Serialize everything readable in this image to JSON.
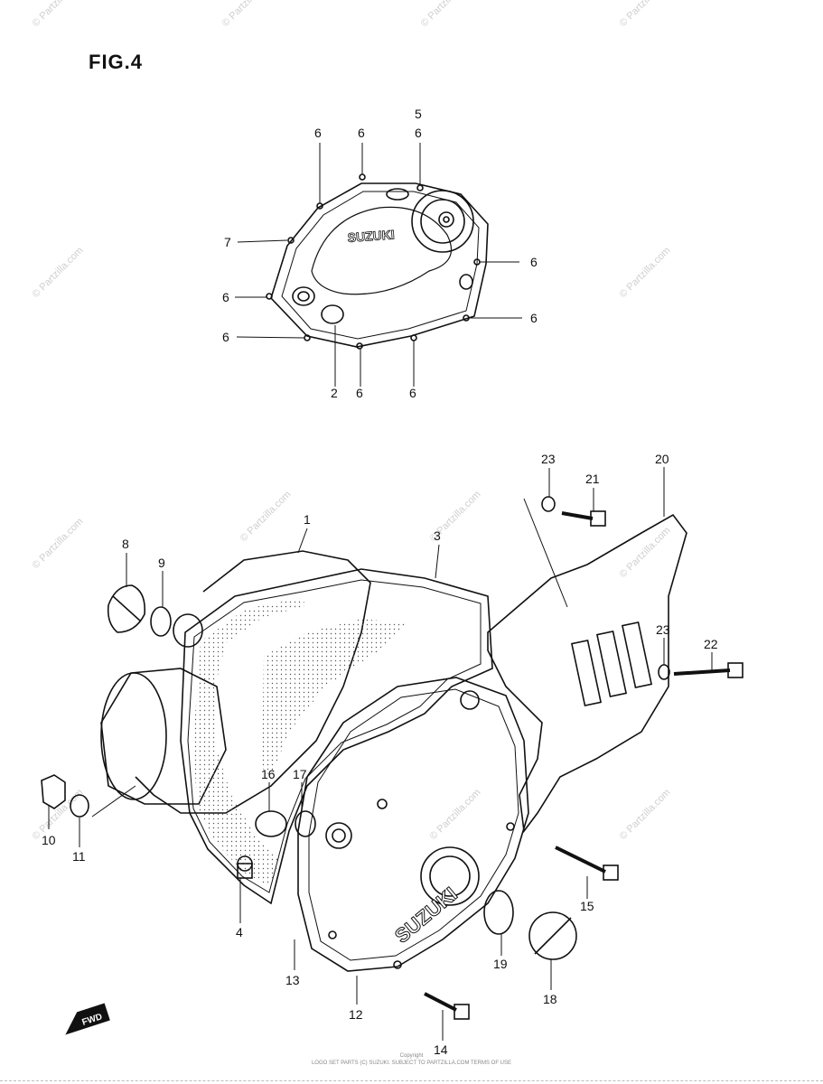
{
  "figure": {
    "title": "FIG.4",
    "brand_text": "SUZUKI",
    "direction_text": "FWD",
    "copyright_line": "Copyright",
    "copyright_subline": "LOGO SET PARTS (C) SUZUKI. SUBJECT TO PARTZILLA.COM TERMS OF USE"
  },
  "watermark": "© Partzilla.com",
  "callouts": {
    "c1": "1",
    "c2": "2",
    "c3": "3",
    "c4": "4",
    "c5": "5",
    "c6": "6",
    "c7": "7",
    "c8": "8",
    "c9": "9",
    "c10": "10",
    "c11": "11",
    "c12": "12",
    "c13": "13",
    "c14": "14",
    "c15": "15",
    "c16": "16",
    "c17": "17",
    "c18": "18",
    "c19": "19",
    "c20": "20",
    "c21": "21",
    "c22": "22",
    "c23": "23"
  }
}
